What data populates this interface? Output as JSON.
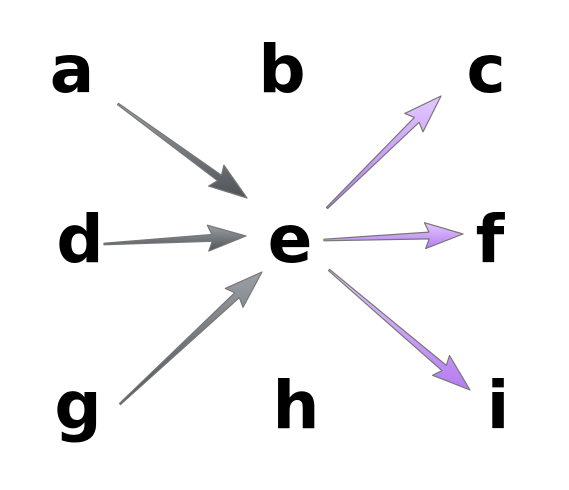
{
  "colors": {
    "background": "#ffffff",
    "text": "#000000",
    "incoming_arrow": "#4f5357",
    "incoming_arrow_highlight": "#9aa0a6",
    "outgoing_arrow": "#b57cf0",
    "outgoing_arrow_highlight": "#e2c8ff"
  },
  "nodes": {
    "a": "a",
    "b": "b",
    "c": "c",
    "d": "d",
    "e": "e",
    "f": "f",
    "g": "g",
    "h": "h",
    "i": "i"
  },
  "edges": [
    {
      "from": "a",
      "to": "e",
      "kind": "incoming"
    },
    {
      "from": "d",
      "to": "e",
      "kind": "incoming"
    },
    {
      "from": "g",
      "to": "e",
      "kind": "incoming"
    },
    {
      "from": "e",
      "to": "c",
      "kind": "outgoing"
    },
    {
      "from": "e",
      "to": "f",
      "kind": "outgoing"
    },
    {
      "from": "e",
      "to": "i",
      "kind": "outgoing"
    }
  ]
}
